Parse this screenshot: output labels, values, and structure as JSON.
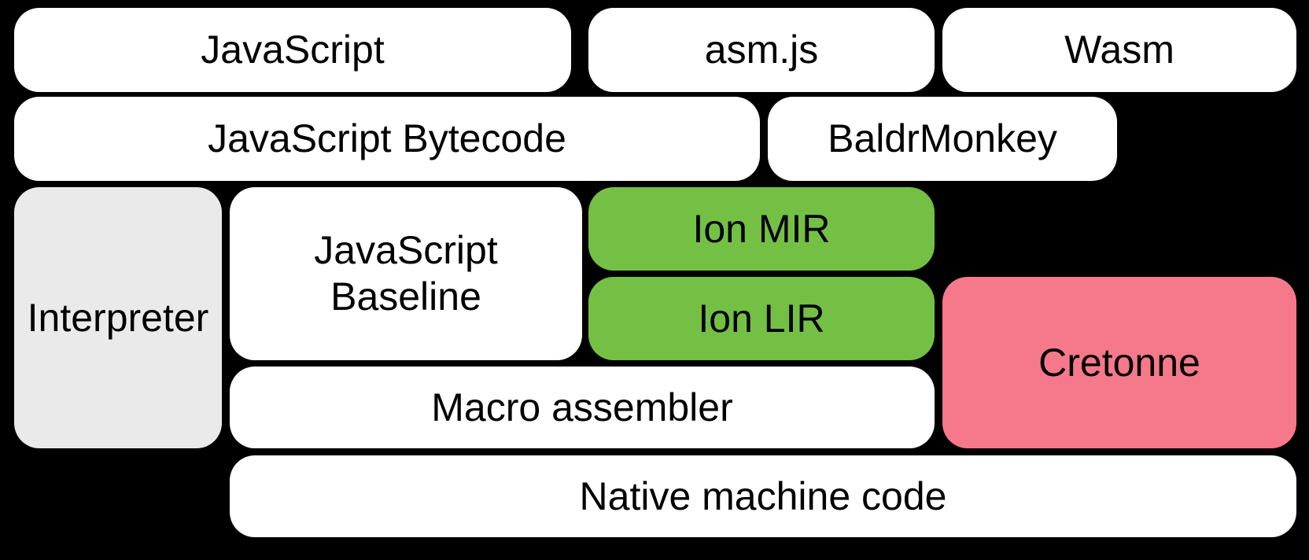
{
  "colors": {
    "background": "#000000",
    "box-white": "#ffffff",
    "box-gray": "#eaeaea",
    "box-green": "#74c044",
    "box-pink": "#f5798a",
    "text": "#000000"
  },
  "diagram": {
    "title": "Compiler pipeline diagram",
    "boxes": {
      "javascript": {
        "label": "JavaScript",
        "color": "#ffffff"
      },
      "asmjs": {
        "label": "asm.js",
        "color": "#ffffff"
      },
      "wasm": {
        "label": "Wasm",
        "color": "#ffffff"
      },
      "bytecode": {
        "label": "JavaScript Bytecode",
        "color": "#ffffff"
      },
      "baldrmonkey": {
        "label": "BaldrMonkey",
        "color": "#ffffff"
      },
      "interpreter": {
        "label": "Interpreter",
        "color": "#eaeaea"
      },
      "baseline": {
        "label": "JavaScript\nBaseline",
        "color": "#ffffff"
      },
      "ion_mir": {
        "label": "Ion MIR",
        "color": "#74c044"
      },
      "ion_lir": {
        "label": "Ion LIR",
        "color": "#74c044"
      },
      "cretonne": {
        "label": "Cretonne",
        "color": "#f5798a"
      },
      "macro_assembler": {
        "label": "Macro assembler",
        "color": "#ffffff"
      },
      "native": {
        "label": "Native machine code",
        "color": "#ffffff"
      }
    }
  }
}
